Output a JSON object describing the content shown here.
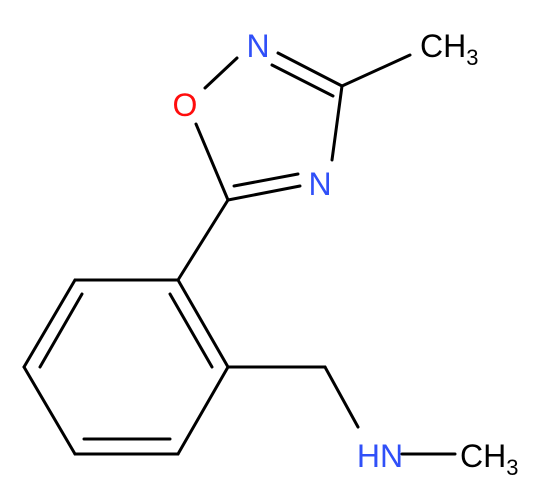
{
  "molecule": {
    "atom_labels": {
      "n_top": "N",
      "o_ring": "O",
      "n_right": "N",
      "ch3_top": "CH",
      "ch3_top_sub": "3",
      "hn": "HN",
      "ch3_bottom": "CH",
      "ch3_bottom_sub": "3"
    },
    "colors": {
      "bond": "#000000",
      "nitrogen": "#3050F8",
      "oxygen": "#FF0D0D",
      "carbon": "#000000"
    }
  }
}
